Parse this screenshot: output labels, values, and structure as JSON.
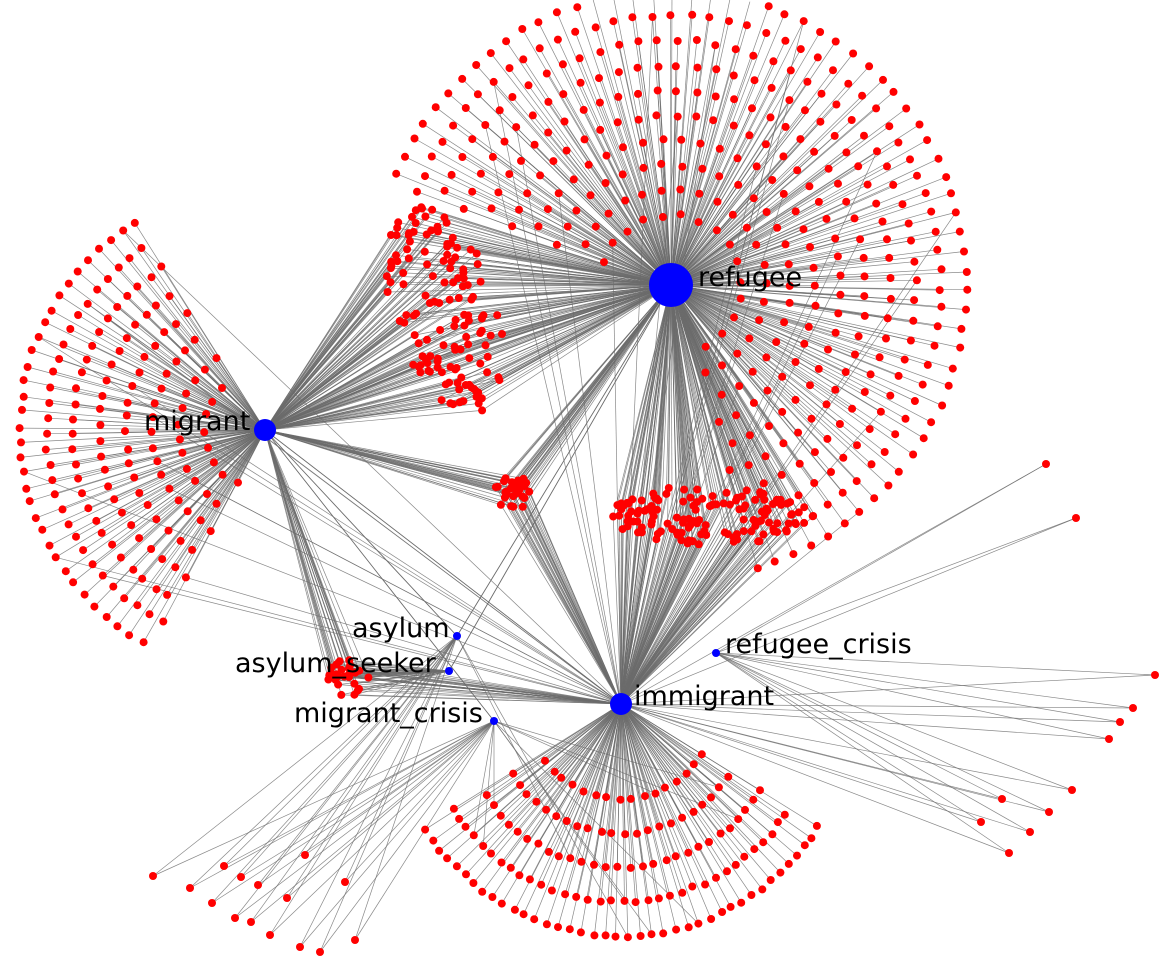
{
  "colors": {
    "background": "#ffffff",
    "hub": "#0000ff",
    "leaf": "#ff0000",
    "edge": "#6b6b6b"
  },
  "hubs": {
    "refugee": "refugee",
    "migrant": "migrant",
    "immigrant": "immigrant",
    "asylum": "asylum",
    "asylum_seeker": "asylum_seeker",
    "migrant_crisis": "migrant_crisis",
    "refugee_crisis": "refugee_crisis"
  }
}
